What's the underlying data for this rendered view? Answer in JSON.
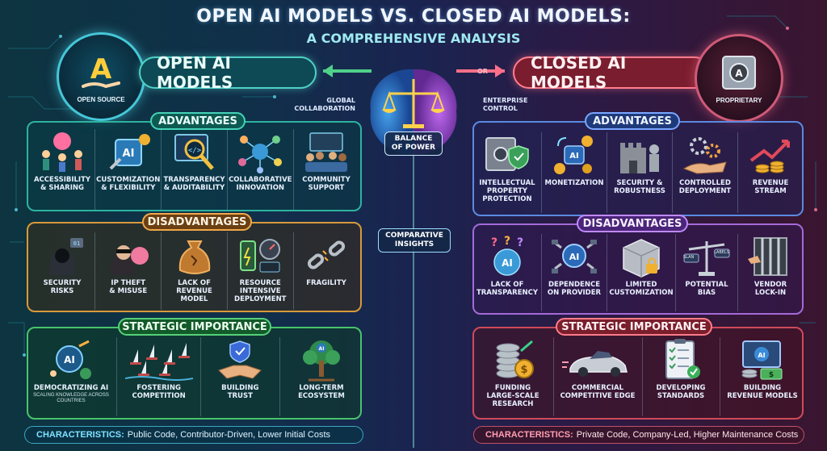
{
  "title": {
    "line1": "OPEN AI MODELS VS. CLOSED AI MODELS:",
    "line2": "A COMPREHENSIVE ANALYSIS"
  },
  "open": {
    "badge_label": "OPEN SOURCE",
    "heading": "OPEN AI MODELS",
    "side_note": "GLOBAL COLLABORATION",
    "advantages": {
      "label": "ADVANTAGES",
      "items": [
        {
          "line1": "ACCESSIBILITY",
          "line2": "& SHARING",
          "icon": "people-brain-icon"
        },
        {
          "line1": "CUSTOMIZATION",
          "line2": "& FLEXIBILITY",
          "icon": "ai-chip-wrench-icon"
        },
        {
          "line1": "TRANSPARENCY",
          "line2": "& AUDITABILITY",
          "icon": "magnifier-code-icon"
        },
        {
          "line1": "COLLABORATIVE",
          "line2": "INNOVATION",
          "icon": "network-hub-icon"
        },
        {
          "line1": "COMMUNITY",
          "line2": "SUPPORT",
          "icon": "community-group-icon"
        }
      ]
    },
    "disadvantages": {
      "label": "DISADVANTAGES",
      "items": [
        {
          "line1": "SECURITY",
          "line2": "RISKS",
          "line3": "",
          "icon": "hacker-icon"
        },
        {
          "line1": "IP THEFT",
          "line2": "& MISUSE",
          "line3": "",
          "icon": "thief-icon"
        },
        {
          "line1": "LACK OF",
          "line2": "REVENUE MODEL",
          "line3": "",
          "icon": "empty-money-bag-icon"
        },
        {
          "line1": "RESOURCE",
          "line2": "INTENSIVE",
          "line3": "DEPLOYMENT",
          "icon": "battery-gauge-icon"
        },
        {
          "line1": "FRAGILITY",
          "line2": "",
          "line3": "",
          "icon": "broken-chain-icon"
        }
      ]
    },
    "strategic": {
      "label": "STRATEGIC IMPORTANCE",
      "items": [
        {
          "line1": "DEMOCRATIZING AI",
          "line2": "",
          "sub": "SCALING KNOWLEDGE ACROSS COUNTRIES",
          "icon": "ai-globe-icon"
        },
        {
          "line1": "FOSTERING",
          "line2": "COMPETITION",
          "sub": "",
          "icon": "sailboats-icon"
        },
        {
          "line1": "BUILDING",
          "line2": "TRUST",
          "sub": "",
          "icon": "handshake-shield-icon"
        },
        {
          "line1": "LONG-TERM",
          "line2": "ECOSYSTEM",
          "sub": "",
          "icon": "ai-tree-icon"
        }
      ]
    },
    "characteristics": {
      "key": "CHARACTERISTICS:",
      "value": "Public Code, Contributor-Driven, Lower Initial Costs"
    }
  },
  "closed": {
    "badge_label": "PROPRIETARY",
    "heading": "CLOSED AI MODELS",
    "or_label": "OR",
    "side_note": "ENTERPRISE CONTROL",
    "advantages": {
      "label": "ADVANTAGES",
      "items": [
        {
          "line1": "INTELLECTUAL",
          "line2": "PROPERTY",
          "line3": "PROTECTION",
          "icon": "safe-shield-icon"
        },
        {
          "line1": "MONETIZATION",
          "line2": "",
          "line3": "",
          "icon": "ai-coins-cycle-icon"
        },
        {
          "line1": "SECURITY &",
          "line2": "ROBUSTNESS",
          "line3": "",
          "icon": "castle-knight-icon"
        },
        {
          "line1": "CONTROLLED",
          "line2": "DEPLOYMENT",
          "line3": "",
          "icon": "gears-hand-icon"
        },
        {
          "line1": "REVENUE",
          "line2": "STREAM",
          "line3": "",
          "icon": "growth-coins-icon"
        }
      ]
    },
    "disadvantages": {
      "label": "DISADVANTAGES",
      "items": [
        {
          "line1": "LACK OF",
          "line2": "TRANSPARENCY",
          "icon": "ai-brain-question-icon"
        },
        {
          "line1": "DEPENDENCE",
          "line2": "ON PROVIDER",
          "icon": "ai-chains-icon"
        },
        {
          "line1": "LIMITED",
          "line2": "CUSTOMIZATION",
          "icon": "locked-box-icon"
        },
        {
          "line1": "POTENTIAL",
          "line2": "BIAS",
          "icon": "bias-scale-icon"
        },
        {
          "line1": "VENDOR",
          "line2": "LOCK-IN",
          "icon": "jail-bars-icon"
        }
      ],
      "scale_tags": [
        "SLAN",
        "LABELS"
      ]
    },
    "strategic": {
      "label": "STRATEGIC IMPORTANCE",
      "items": [
        {
          "line1": "FUNDING",
          "line2": "LARGE-SCALE",
          "line3": "RESEARCH",
          "icon": "coins-stack-icon"
        },
        {
          "line1": "COMMERCIAL",
          "line2": "COMPETITIVE EDGE",
          "line3": "",
          "icon": "sports-car-icon"
        },
        {
          "line1": "DEVELOPING",
          "line2": "STANDARDS",
          "line3": "",
          "icon": "checklist-icon"
        },
        {
          "line1": "BUILDING",
          "line2": "REVENUE MODELS",
          "line3": "",
          "icon": "ai-money-monitor-icon"
        }
      ]
    },
    "characteristics": {
      "key": "CHARACTERISTICS:",
      "value": "Private Code, Company-Led, Higher Maintenance Costs"
    }
  },
  "center": {
    "balance_label_1": "BALANCE",
    "balance_label_2": "OF POWER",
    "insights_1": "COMPARATIVE",
    "insights_2": "INSIGHTS"
  },
  "colors": {
    "open_accent": "#45c7d8",
    "closed_accent": "#ff7e8e"
  }
}
